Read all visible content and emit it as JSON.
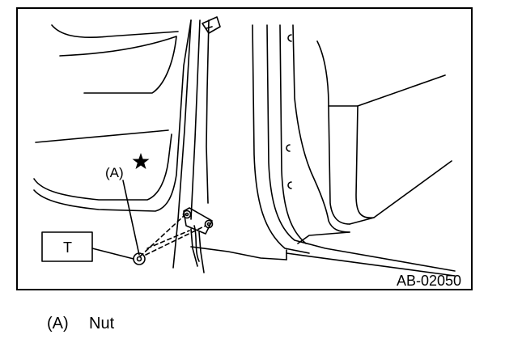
{
  "figure": {
    "callout_label": "(A)",
    "torque_box_label": "T",
    "figure_id": "AB-02050"
  },
  "legend": [
    {
      "key": "(A)",
      "description": "Nut"
    }
  ]
}
